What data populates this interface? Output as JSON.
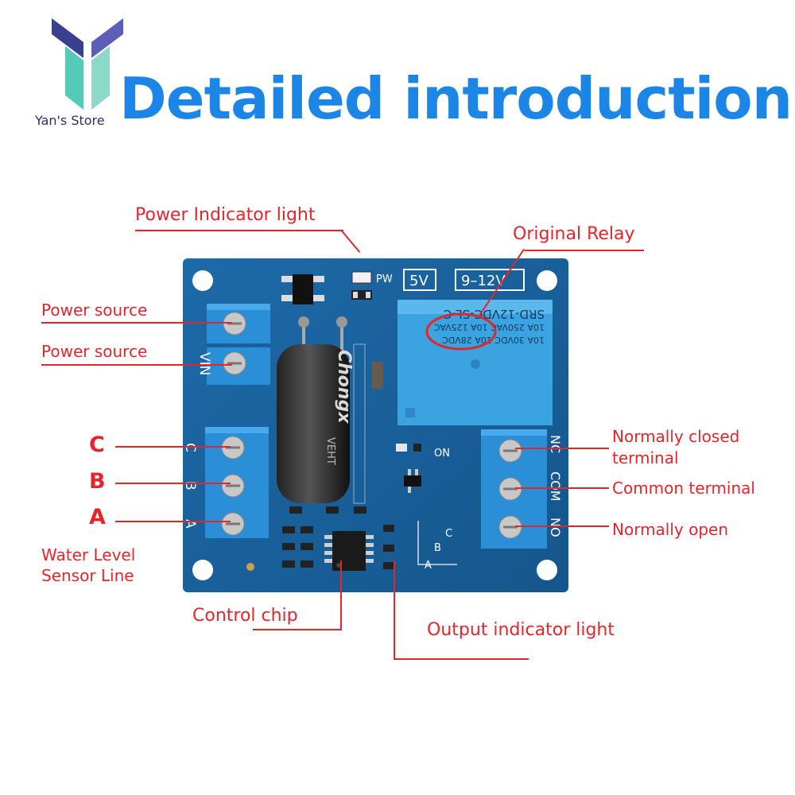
{
  "header": {
    "title": "Detailed introduction",
    "store_name": "Yan's Store"
  },
  "labels": {
    "power_indicator": "Power Indicator light",
    "original_relay": "Original Relay",
    "power_source_1": "Power source",
    "power_source_2": "Power source",
    "terminal_c": "C",
    "terminal_b": "B",
    "terminal_a": "A",
    "water_level_1": "Water Level",
    "water_level_2": "Sensor Line",
    "normally_closed_1": "Normally closed",
    "normally_closed_2": "terminal",
    "common_terminal": "Common terminal",
    "normally_open": "Normally open",
    "control_chip": "Control chip",
    "output_indicator": "Output indicator light"
  },
  "board": {
    "pw": "PW",
    "v5": "5V",
    "v912": "9–12V",
    "vin": "VIN",
    "on": "ON",
    "nc": "NC",
    "com": "COM",
    "no": "NO",
    "silk_c": "C",
    "silk_b": "B",
    "silk_a": "A",
    "relay_model": "SRD-12VDC-SL-C",
    "relay_line1": "10A 250VAC  10A 125VAC",
    "relay_line2": "10A 30VDC  10A 28VDC",
    "capacitor_brand": "Chongx",
    "capacitor_series": "VEHT"
  },
  "colors": {
    "accent": "#1c86e6",
    "label_red": "#e4262b",
    "board_blue": "#1f6fae",
    "terminal_blue": "#2a8fd6",
    "relay_blue": "#3aa3e0"
  }
}
